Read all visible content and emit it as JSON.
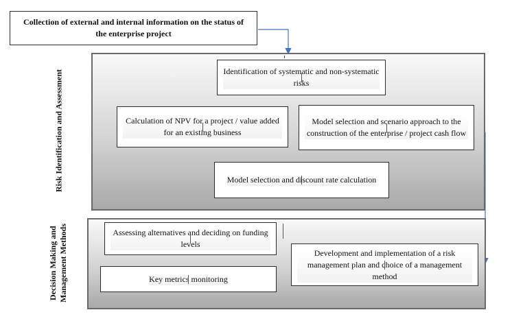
{
  "top_box": {
    "text": "Collection of external and internal information on the status of the enterprise project"
  },
  "sections": {
    "risk_label": "Risk Identification and Assessment",
    "decision_label": "Decision Making and Management Methods"
  },
  "risk_panel": {
    "identification": "Identification of systematic and non-systematic risks",
    "npv": "Calculation of NPV for a project / value added for an existing business",
    "scenario": "Model selection and scenario approach to the construction of the enterprise / project cash flow",
    "discount": "Model selection and discount rate calculation"
  },
  "decision_panel": {
    "funding": "Assessing alternatives and deciding on funding levels",
    "metrics": "Key metrics monitoring",
    "plan": "Development and implementation of a risk management plan and choice of a management method"
  },
  "colors": {
    "arrow": "#4472c4",
    "panel_border": "#6a6a6a"
  }
}
